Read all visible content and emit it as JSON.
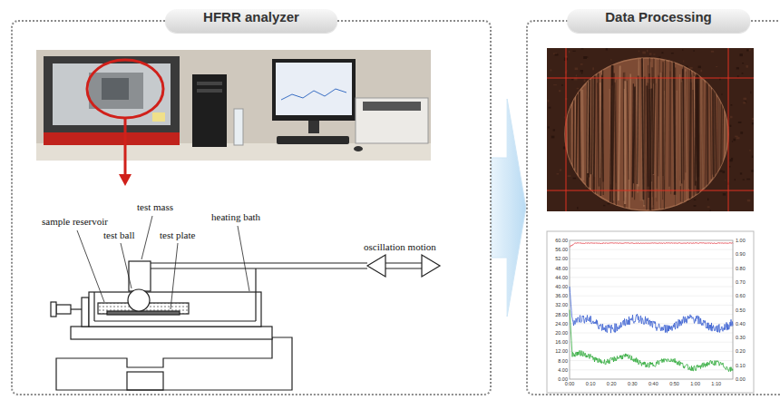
{
  "diagram": {
    "nodes": [
      {
        "text": [
          "HFRR analyzer"
        ]
      },
      {
        "text": [
          "Data Processing"
        ]
      }
    ],
    "edges": [
      {
        "from": 0,
        "to": 1,
        "arrow": "to"
      }
    ],
    "labels": [
      "sample reservoir",
      "test mass",
      "test ball",
      "test plate",
      "heating bath",
      "oscillation motion",
      "60.00",
      "56.00",
      "52.00",
      "48.00",
      "44.00",
      "40.00",
      "36.00",
      "32.00",
      "28.00",
      "24.00",
      "20.00",
      "16.00",
      "12.00",
      "8.00",
      "4.00",
      "0.00",
      "1.00",
      "0.90",
      "0.80",
      "0.70",
      "0.60",
      "0.50",
      "0.40",
      "0.30",
      "0.20",
      "0.10",
      "0.00",
      "0:00",
      "0:10",
      "0:20",
      "0:30",
      "0:40",
      "0:50",
      "1:00",
      "1:10"
    ]
  }
}
